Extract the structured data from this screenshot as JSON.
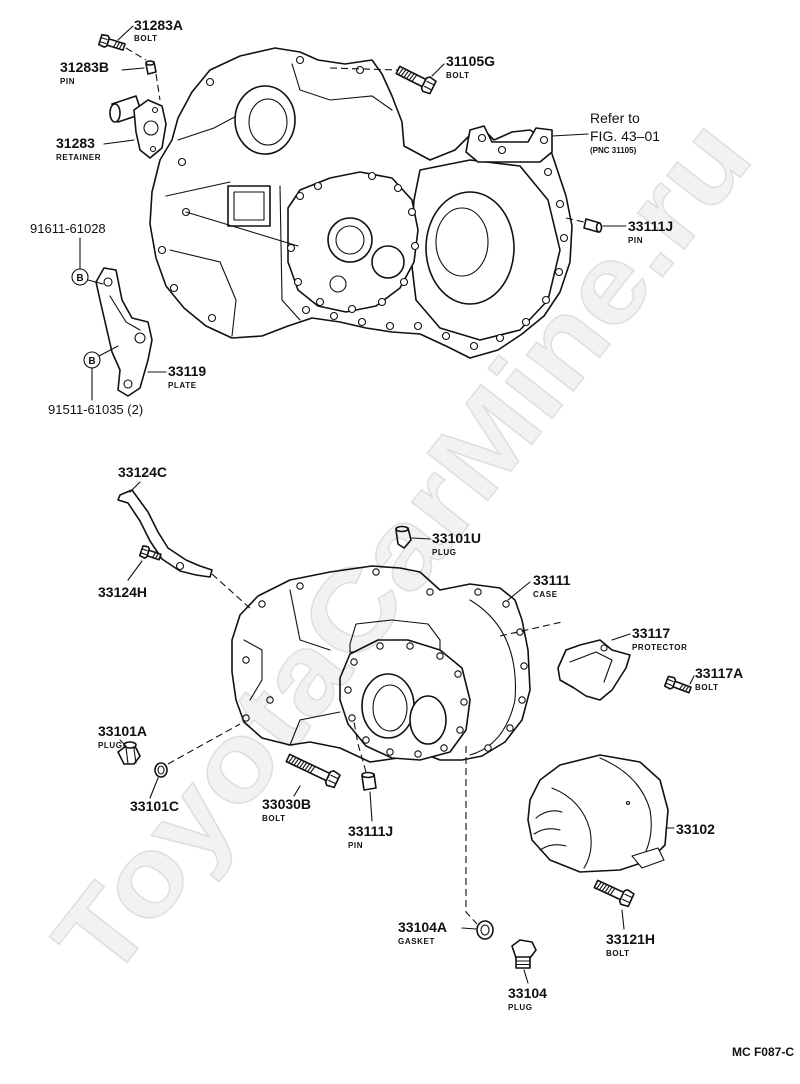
{
  "upper_callouts": [
    {
      "number": "31283A",
      "name": "BOLT"
    },
    {
      "number": "31283B",
      "name": "PIN"
    },
    {
      "number": "31283",
      "name": "RETAINER"
    },
    {
      "number": "31105G",
      "name": "BOLT"
    },
    {
      "number": "33111J",
      "name": "PIN"
    },
    {
      "number": "91611-61028"
    },
    {
      "number": "33119",
      "name": "PLATE"
    },
    {
      "number": "91511-61035 (2)"
    }
  ],
  "reference": {
    "line1": "Refer to",
    "line2": "FIG. 43–01",
    "line3": "(PNC 31105)"
  },
  "markers": [
    "B",
    "B"
  ],
  "lower_callouts": [
    {
      "number": "33124C"
    },
    {
      "number": "33124H"
    },
    {
      "number": "33101U",
      "name": "PLUG"
    },
    {
      "number": "33111",
      "name": "CASE"
    },
    {
      "number": "33117",
      "name": "PROTECTOR"
    },
    {
      "number": "33117A",
      "name": "BOLT"
    },
    {
      "number": "33101A",
      "name": "PLUG"
    },
    {
      "number": "33101C"
    },
    {
      "number": "33030B",
      "name": "BOLT"
    },
    {
      "number": "33111J",
      "name": "PIN"
    },
    {
      "number": "33102"
    },
    {
      "number": "33104A",
      "name": "GASKET"
    },
    {
      "number": "33121H",
      "name": "BOLT"
    },
    {
      "number": "33104",
      "name": "PLUG"
    }
  ],
  "figure_code": "MC F087-C",
  "watermark": "ToyotaCarMine.ru"
}
